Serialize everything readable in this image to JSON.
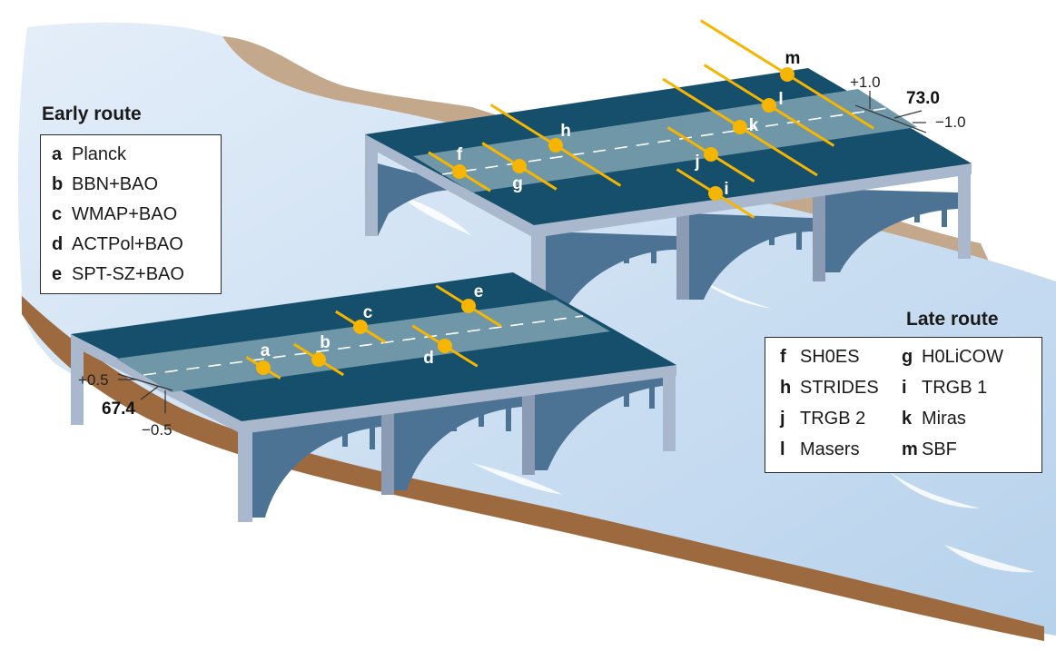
{
  "early_route": {
    "title": "Early route",
    "items": [
      {
        "key": "a",
        "label": "Planck"
      },
      {
        "key": "b",
        "label": "BBN+BAO"
      },
      {
        "key": "c",
        "label": "WMAP+BAO"
      },
      {
        "key": "d",
        "label": "ACTPol+BAO"
      },
      {
        "key": "e",
        "label": "SPT-SZ+BAO"
      }
    ],
    "scale": {
      "center": "67.4",
      "plus": "+0.5",
      "minus": "−0.5"
    }
  },
  "late_route": {
    "title": "Late route",
    "items": [
      {
        "key": "f",
        "label": "SH0ES"
      },
      {
        "key": "g",
        "label": "H0LiCOW"
      },
      {
        "key": "h",
        "label": "STRIDES"
      },
      {
        "key": "i",
        "label": "TRGB 1"
      },
      {
        "key": "j",
        "label": "TRGB 2"
      },
      {
        "key": "k",
        "label": "Miras"
      },
      {
        "key": "l",
        "label": "Masers"
      },
      {
        "key": "m",
        "label": "SBF"
      }
    ],
    "scale": {
      "center": "73.0",
      "plus": "+1.0",
      "minus": "−1.0"
    }
  },
  "colors": {
    "road": "#164f6b",
    "lane": "#6f97a8",
    "pillar": "#a9b8cc",
    "arch": "#4c7394",
    "water": "#c9def3",
    "bank": "#a9774a",
    "marker": "#f5b500"
  },
  "icons": {
    "marker": "yellow-dot-with-bar"
  }
}
